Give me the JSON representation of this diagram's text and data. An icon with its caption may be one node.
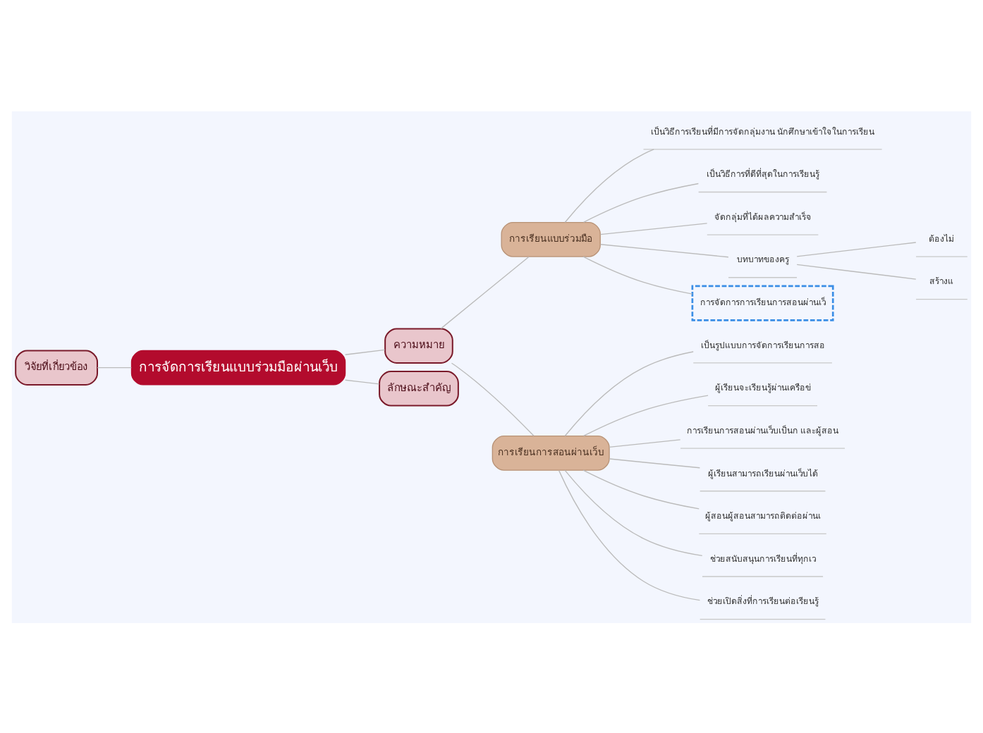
{
  "diagram": {
    "nodes": [
      {
        "text": [
          "การจัดการเรียนแบบร่วมมือผ่านเว็บ"
        ]
      },
      {
        "text": [
          "วิจัยที่เกี่ยวข้อง"
        ]
      },
      {
        "text": [
          "ความหมาย"
        ]
      },
      {
        "text": [
          "ลักษณะสำคัญ"
        ]
      },
      {
        "text": [
          "การเรียนแบบร่วมมือ"
        ]
      },
      {
        "text": [
          "การเรียนการสอนผ่านเว็บ"
        ]
      },
      {
        "text": [
          "เป็นวิธีการเรียนที่มีการจัดกลุ่มงาน นักศึกษาเข้าใจในการเรียน"
        ]
      },
      {
        "text": [
          "เป็นวิธีการที่ดีที่สุดในการเรียนรู้"
        ]
      },
      {
        "text": [
          "จัดกลุ่มที่ได้ผลความสำเร็จ"
        ]
      },
      {
        "text": [
          "บทบาทของครู"
        ]
      },
      {
        "text": [
          "ต้องไม่"
        ]
      },
      {
        "text": [
          "สร้างแ"
        ]
      },
      {
        "text": [
          "การจัดการการเรียนการสอนผ่านเว็"
        ]
      },
      {
        "text": [
          "เป็นรูปแบบการจัดการเรียนการสอ"
        ]
      },
      {
        "text": [
          "ผู้เรียนจะเรียนรู้ผ่านเครือข่"
        ]
      },
      {
        "text": [
          "การเรียนการสอนผ่านเว็บเป็นก และผู้สอน"
        ]
      },
      {
        "text": [
          "ผู้เรียนสามารถเรียนผ่านเว็บได้"
        ]
      },
      {
        "text": [
          "ผู้สอนผู้สอนสามารถติดต่อผ่านเ"
        ]
      },
      {
        "text": [
          "ช่วยสนับสนุนการเรียนที่ทุกเว"
        ]
      },
      {
        "text": [
          "ช่วยเปิดสิ่งที่การเรียนต่อเรียนรู้"
        ]
      }
    ],
    "edges": [
      {
        "from": 1,
        "to": 0,
        "arrow": "none"
      },
      {
        "from": 0,
        "to": 2,
        "arrow": "none"
      },
      {
        "from": 0,
        "to": 3,
        "arrow": "none"
      },
      {
        "from": 2,
        "to": 4,
        "arrow": "none"
      },
      {
        "from": 2,
        "to": 5,
        "arrow": "none"
      },
      {
        "from": 4,
        "to": 6,
        "arrow": "none"
      },
      {
        "from": 4,
        "to": 7,
        "arrow": "none"
      },
      {
        "from": 4,
        "to": 8,
        "arrow": "none"
      },
      {
        "from": 4,
        "to": 9,
        "arrow": "none"
      },
      {
        "from": 9,
        "to": 10,
        "arrow": "none"
      },
      {
        "from": 9,
        "to": 11,
        "arrow": "none"
      },
      {
        "from": 4,
        "to": 12,
        "arrow": "none"
      },
      {
        "from": 5,
        "to": 13,
        "arrow": "none"
      },
      {
        "from": 5,
        "to": 14,
        "arrow": "none"
      },
      {
        "from": 5,
        "to": 15,
        "arrow": "none"
      },
      {
        "from": 5,
        "to": 16,
        "arrow": "none"
      },
      {
        "from": 5,
        "to": 17,
        "arrow": "none"
      },
      {
        "from": 5,
        "to": 18,
        "arrow": "none"
      },
      {
        "from": 5,
        "to": 19,
        "arrow": "none"
      }
    ]
  }
}
